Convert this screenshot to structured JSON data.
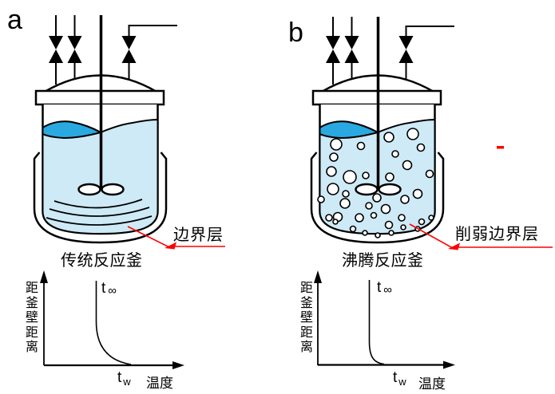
{
  "colors": {
    "liquid": "#cdeaf6",
    "surface_patch": "#2aa9e0",
    "leader_line": "#ff0000",
    "ink": "#000000"
  },
  "panel_a": {
    "letter": "a",
    "caption": "传统反应釜",
    "annotation": "边界层",
    "graph": {
      "y_label": "距釜壁距离",
      "x_label": "温度",
      "t_inf": {
        "base": "t",
        "sub": "∞"
      },
      "t_w": {
        "base": "t",
        "sub": "w"
      }
    }
  },
  "panel_b": {
    "letter": "b",
    "caption": "沸腾反应釜",
    "annotation": "削弱边界层",
    "graph": {
      "y_label": "距釜壁距离",
      "x_label": "温度",
      "t_inf": {
        "base": "t",
        "sub": "∞"
      },
      "t_w": {
        "base": "t",
        "sub": "w"
      }
    }
  }
}
